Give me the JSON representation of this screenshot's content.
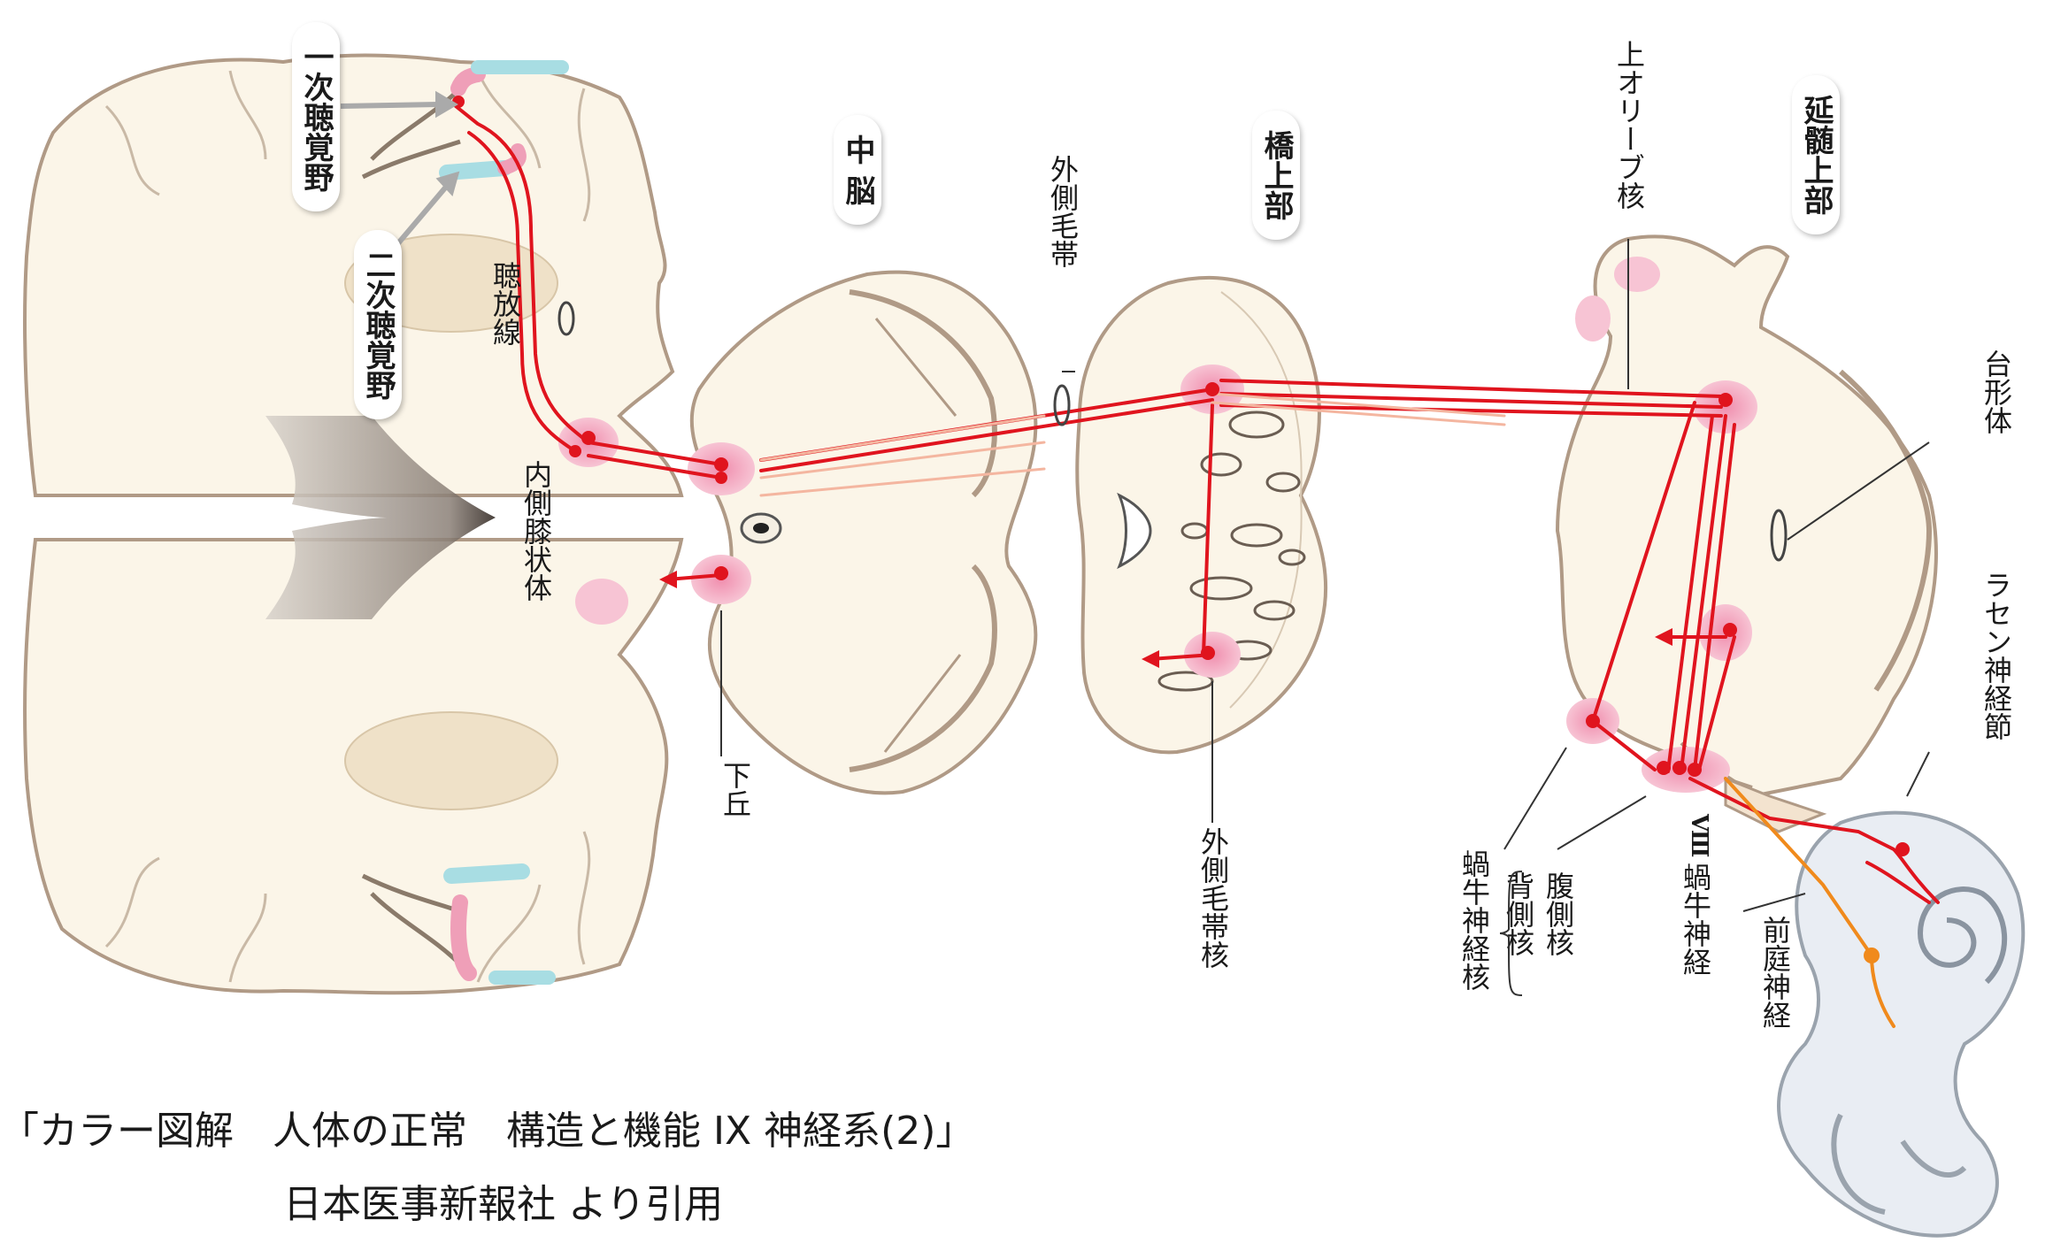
{
  "sections": {
    "midbrain": "中 脳",
    "upper_pons": "橋上部",
    "upper_medulla": "延髄上部"
  },
  "labels": {
    "primary_auditory": "一次聴覚野",
    "secondary_auditory": "二次聴覚野",
    "acoustic_radiation": "聴放線",
    "medial_geniculate": "内側膝状体",
    "inferior_colliculus": "下丘",
    "lateral_lemniscus": "外側毛帯",
    "lateral_lemniscus_nucleus": "外側毛帯核",
    "superior_olive": "上オリーブ核",
    "trapezoid_body": "台形体",
    "spiral_ganglion": "ラセン神経節",
    "cochlear_nucleus": "蝸牛神経核",
    "dorsal_nucleus": "背側核",
    "ventral_nucleus": "腹側核",
    "cochlear_nerve": "蝸牛神経",
    "vestibular_nerve": "前庭神経",
    "cranial_nerve_viii": "Ⅷ"
  },
  "caption": {
    "line1": "「カラー図解　人体の正常　構造と機能 IX 神経系(2)」",
    "line2": "日本医事新報社 より引用"
  },
  "colors": {
    "tissue": "#fbf5e8",
    "outline": "#b09a86",
    "pathway": "#e0141e",
    "nucleus": "#f4a3bd",
    "auditory_cortex_primary": "#ef9fb8",
    "auditory_cortex_secondary": "#a8dde3",
    "vestibular": "#f08a1c",
    "inner_ear": "#e9edf3"
  }
}
